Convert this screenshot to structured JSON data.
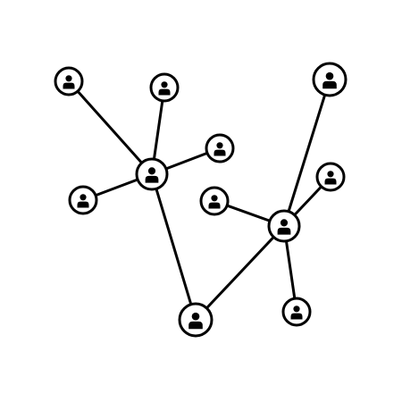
{
  "diagram": {
    "kind": "people-network",
    "colors": {
      "background": "#ffffff",
      "line": "#000000",
      "node_fill": "#ffffff",
      "node_stroke": "#000000",
      "person_icon": "#000000"
    },
    "icon": "person-icon",
    "nodes": [
      {
        "id": "hub-left",
        "role": "hub"
      },
      {
        "id": "top-left",
        "role": "leaf"
      },
      {
        "id": "top-middle",
        "role": "leaf"
      },
      {
        "id": "right-of-hub-left",
        "role": "leaf"
      },
      {
        "id": "left-bottom",
        "role": "leaf"
      },
      {
        "id": "bottom-center",
        "role": "bridge"
      },
      {
        "id": "hub-right",
        "role": "hub"
      },
      {
        "id": "top-right",
        "role": "leaf"
      },
      {
        "id": "middle-left-of-hub-right",
        "role": "leaf"
      },
      {
        "id": "right-middle",
        "role": "leaf"
      },
      {
        "id": "bottom-right",
        "role": "leaf"
      }
    ],
    "edges": [
      [
        "hub-left",
        "top-left"
      ],
      [
        "hub-left",
        "top-middle"
      ],
      [
        "hub-left",
        "right-of-hub-left"
      ],
      [
        "hub-left",
        "left-bottom"
      ],
      [
        "hub-left",
        "bottom-center"
      ],
      [
        "bottom-center",
        "hub-right"
      ],
      [
        "hub-right",
        "top-right"
      ],
      [
        "hub-right",
        "middle-left-of-hub-right"
      ],
      [
        "hub-right",
        "right-middle"
      ],
      [
        "hub-right",
        "bottom-right"
      ]
    ]
  }
}
